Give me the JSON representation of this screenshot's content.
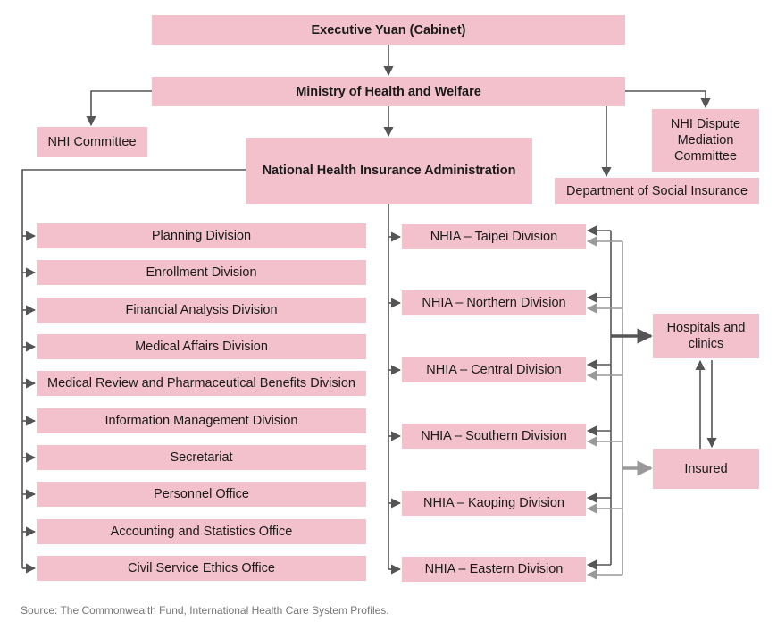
{
  "top": {
    "executive_yuan": "Executive Yuan (Cabinet)",
    "ministry": "Ministry of Health and Welfare"
  },
  "side": {
    "nhi_committee": "NHI Committee",
    "nhi_dispute_lines": [
      "NHI Dispute",
      "Mediation",
      "Committee"
    ],
    "social_insurance_dept": "Department of Social Insurance"
  },
  "nhia": "National Health Insurance Administration",
  "divisions": [
    "Planning Division",
    "Enrollment Division",
    "Financial Analysis Division",
    "Medical Affairs Division",
    "Medical Review and Pharmaceutical Benefits Division",
    "Information Management Division",
    "Secretariat",
    "Personnel Office",
    "Accounting and Statistics Office",
    "Civil Service Ethics Office"
  ],
  "regional_divisions": [
    "NHIA – Taipei Division",
    "NHIA – Northern Division",
    "NHIA – Central Division",
    "NHIA – Southern Division",
    "NHIA – Kaoping Division",
    "NHIA – Eastern Division"
  ],
  "providers": {
    "hospitals_lines": [
      "Hospitals and",
      "clinics"
    ],
    "insured": "Insured"
  },
  "source": "Source: The Commonwealth Fund, International Health Care System Profiles.",
  "colors": {
    "box_fill": "#f2c1cb",
    "line_dark": "#555555",
    "line_light": "#999999",
    "source_text": "#777777"
  }
}
